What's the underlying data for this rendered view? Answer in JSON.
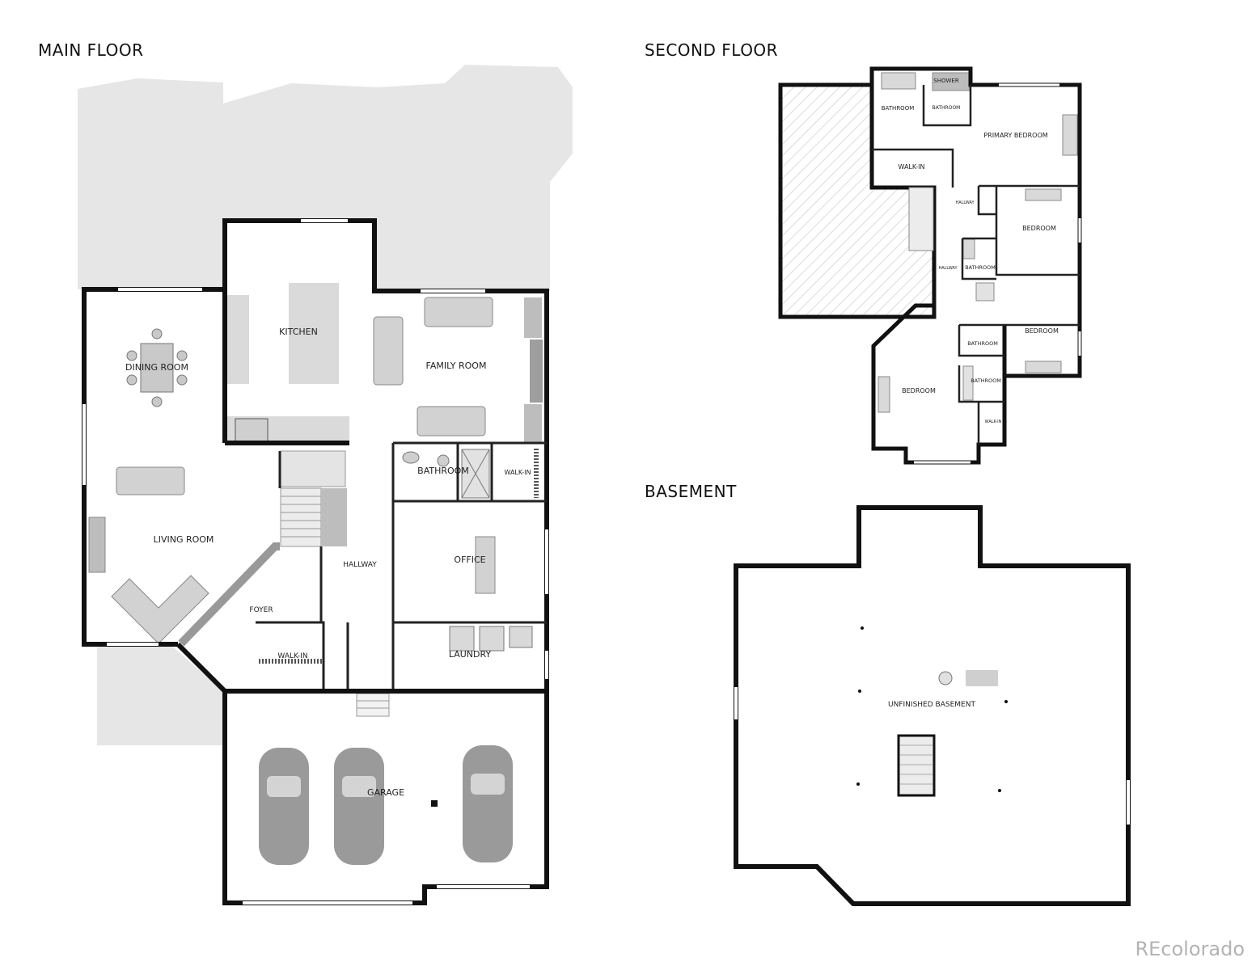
{
  "headings": {
    "main_floor": "MAIN FLOOR",
    "second_floor": "SECOND FLOOR",
    "basement": "BASEMENT"
  },
  "main_floor_rooms": {
    "kitchen": "KITCHEN",
    "dining_room": "DINING ROOM",
    "family_room": "FAMILY ROOM",
    "bathroom": "BATHROOM",
    "walk_in_1": "WALK-IN",
    "living_room": "LIVING ROOM",
    "hallway": "HALLWAY",
    "office": "OFFICE",
    "foyer": "FOYER",
    "walk_in_2": "WALK-IN",
    "laundry": "LAUNDRY",
    "garage": "GARAGE"
  },
  "second_floor_rooms": {
    "shower": "SHOWER",
    "bathroom_1": "BATHROOM",
    "bathroom_2": "BATHROOM",
    "primary_bedroom": "PRIMARY BEDROOM",
    "walk_in": "WALK-IN",
    "hallway_1": "HALLWAY",
    "bedroom_1": "BEDROOM",
    "hallway_2": "HALLWAY",
    "bathroom_3": "BATHROOM",
    "bedroom_2": "BEDROOM",
    "bathroom_4": "BATHROOM",
    "bathroom_5": "BATHROOM",
    "bedroom_3": "BEDROOM",
    "walk_in_2": "WALK-IN"
  },
  "basement_rooms": {
    "unfinished_basement": "UNFINISHED BASEMENT"
  },
  "watermark": "REcolorado",
  "colors": {
    "wall": "#111111",
    "exterior_area": "#e6e6e6",
    "fixture": "#c8c8c8",
    "car": "#9a9a9a"
  }
}
